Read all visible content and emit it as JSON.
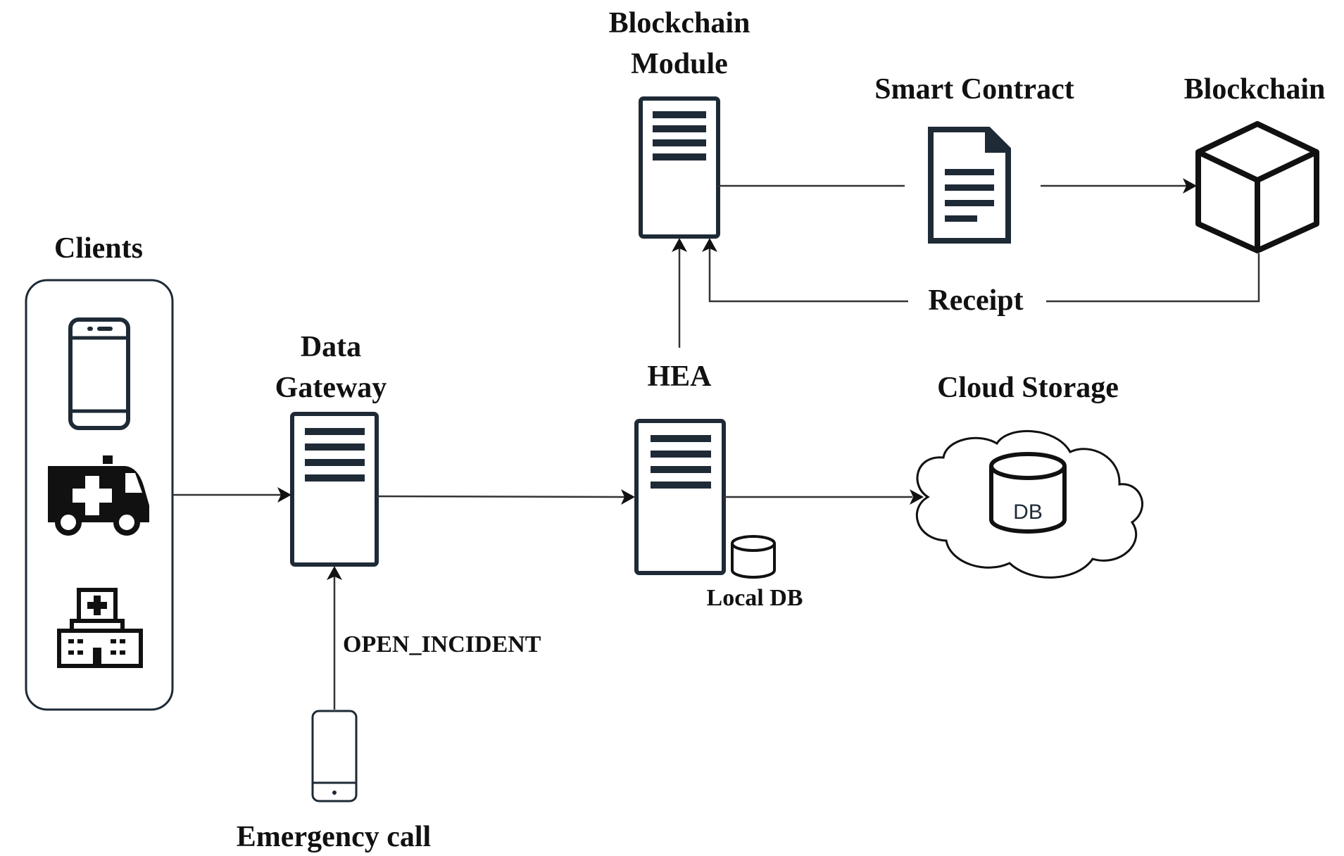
{
  "labels": {
    "clients": "Clients",
    "data_gateway_line1": "Data",
    "data_gateway_line2": "Gateway",
    "hea": "HEA",
    "blockchain_module_line1": "Blockchain",
    "blockchain_module_line2": "Module",
    "smart_contract": "Smart Contract",
    "blockchain": "Blockchain",
    "receipt": "Receipt",
    "cloud_storage": "Cloud Storage",
    "db": "DB",
    "local_db": "Local DB",
    "open_incident": "OPEN_INCIDENT",
    "emergency_call": "Emergency call"
  },
  "icons": {
    "clients": [
      "smartphone-icon",
      "ambulance-icon",
      "hospital-icon"
    ],
    "emergency": "mobile-phone-icon",
    "blockchain": "cube-icon",
    "smart_contract": "document-icon",
    "cloud_storage": "cloud-icon",
    "database": "database-icon",
    "server": "server-icon"
  },
  "colors": {
    "ink": "#1e2a36",
    "lines": "#333333",
    "background": "#ffffff"
  }
}
